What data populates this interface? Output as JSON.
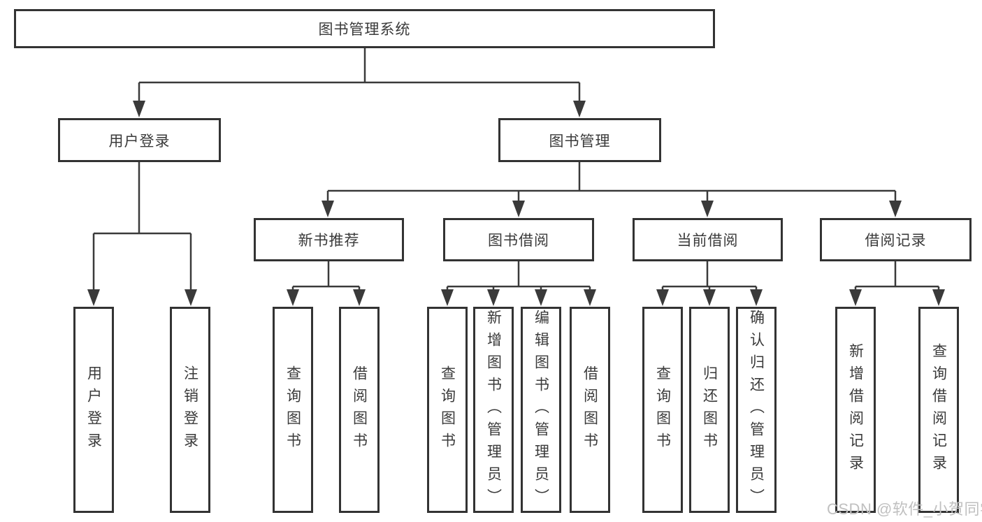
{
  "diagram": {
    "title": "图书管理系统",
    "root": {
      "label": "图书管理系统"
    },
    "level2": [
      {
        "label": "用户登录"
      },
      {
        "label": "图书管理"
      }
    ],
    "level3": [
      {
        "label": "新书推荐"
      },
      {
        "label": "图书借阅"
      },
      {
        "label": "当前借阅"
      },
      {
        "label": "借阅记录"
      }
    ],
    "leaves": {
      "user_login": [
        {
          "label": "用户登录"
        },
        {
          "label": "注销登录"
        }
      ],
      "new_book_recommend": [
        {
          "label": "查询图书"
        },
        {
          "label": "借阅图书"
        }
      ],
      "book_borrow": [
        {
          "label": "查询图书"
        },
        {
          "label": "新增图书（管理员）"
        },
        {
          "label": "编辑图书（管理员）"
        },
        {
          "label": "借阅图书"
        }
      ],
      "current_borrow": [
        {
          "label": "查询图书"
        },
        {
          "label": "归还图书"
        },
        {
          "label": "确认归还（管理员）"
        }
      ],
      "borrow_records": [
        {
          "label": "新增借阅记录"
        },
        {
          "label": "查询借阅记录"
        }
      ]
    },
    "watermark": "CSDN @软件_小贺同学",
    "colors": {
      "line": "#3a3a3a",
      "box_border": "#333333",
      "text": "#3a3a3a",
      "background": "#ffffff",
      "watermark": "#c0c0c0"
    }
  }
}
